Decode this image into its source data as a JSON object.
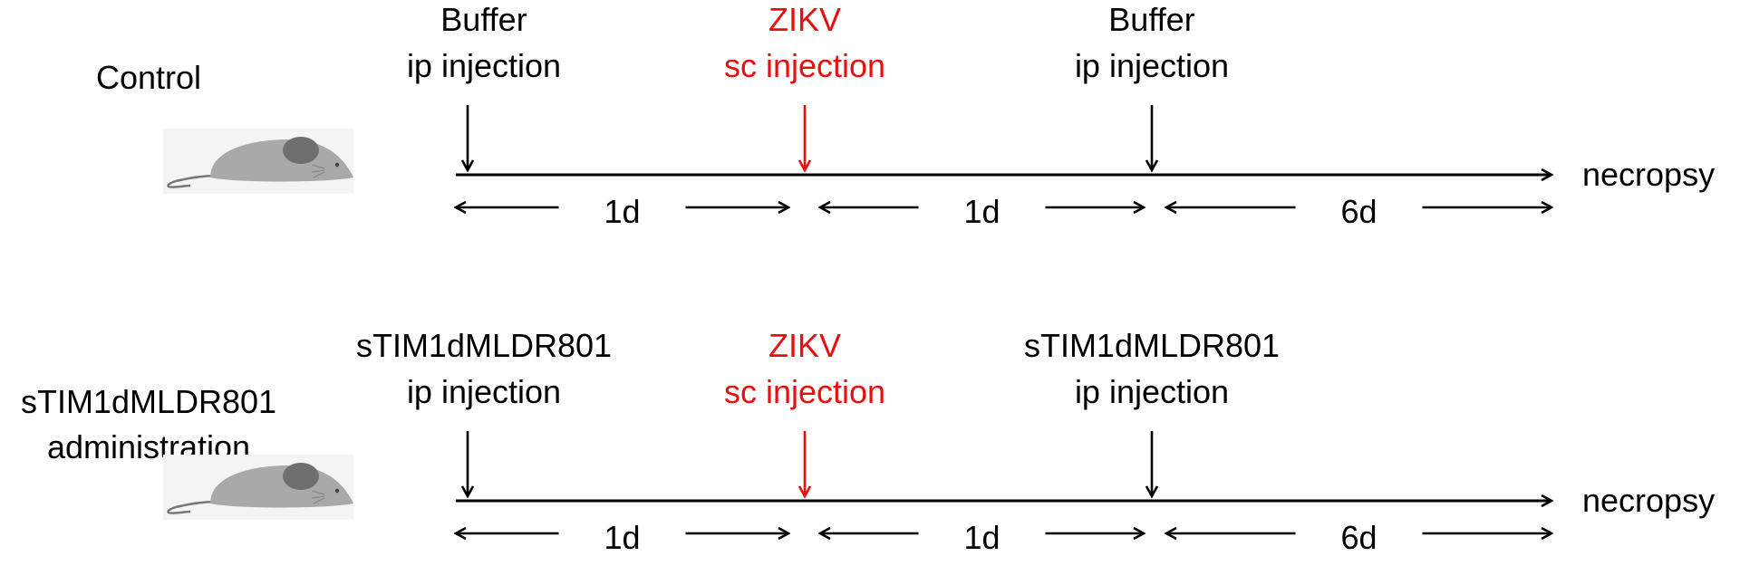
{
  "colors": {
    "black": "#000000",
    "virus_red": "#e8100f",
    "mouse_body": "#a9a9a9",
    "mouse_ear": "#6f6f6f"
  },
  "icons": [
    "mouse-icon",
    "down-arrow-icon",
    "timeline-arrow-icon",
    "double-arrow-icon"
  ],
  "panels": [
    {
      "group_label": [
        "Control"
      ],
      "injections": [
        {
          "lines": [
            "Buffer",
            "ip injection"
          ],
          "color": "black"
        },
        {
          "lines": [
            "ZIKV",
            "sc injection"
          ],
          "color": "red"
        },
        {
          "lines": [
            "Buffer",
            "ip injection"
          ],
          "color": "black"
        }
      ],
      "intervals": [
        "1d",
        "1d",
        "6d"
      ],
      "endpoint": "necropsy"
    },
    {
      "group_label": [
        "sTIM1dMLDR801",
        "administration"
      ],
      "injections": [
        {
          "lines": [
            "sTIM1dMLDR801",
            "ip injection"
          ],
          "color": "black"
        },
        {
          "lines": [
            "ZIKV",
            "sc injection"
          ],
          "color": "red"
        },
        {
          "lines": [
            "sTIM1dMLDR801",
            "ip injection"
          ],
          "color": "black"
        }
      ],
      "intervals": [
        "1d",
        "1d",
        "6d"
      ],
      "endpoint": "necropsy"
    }
  ]
}
